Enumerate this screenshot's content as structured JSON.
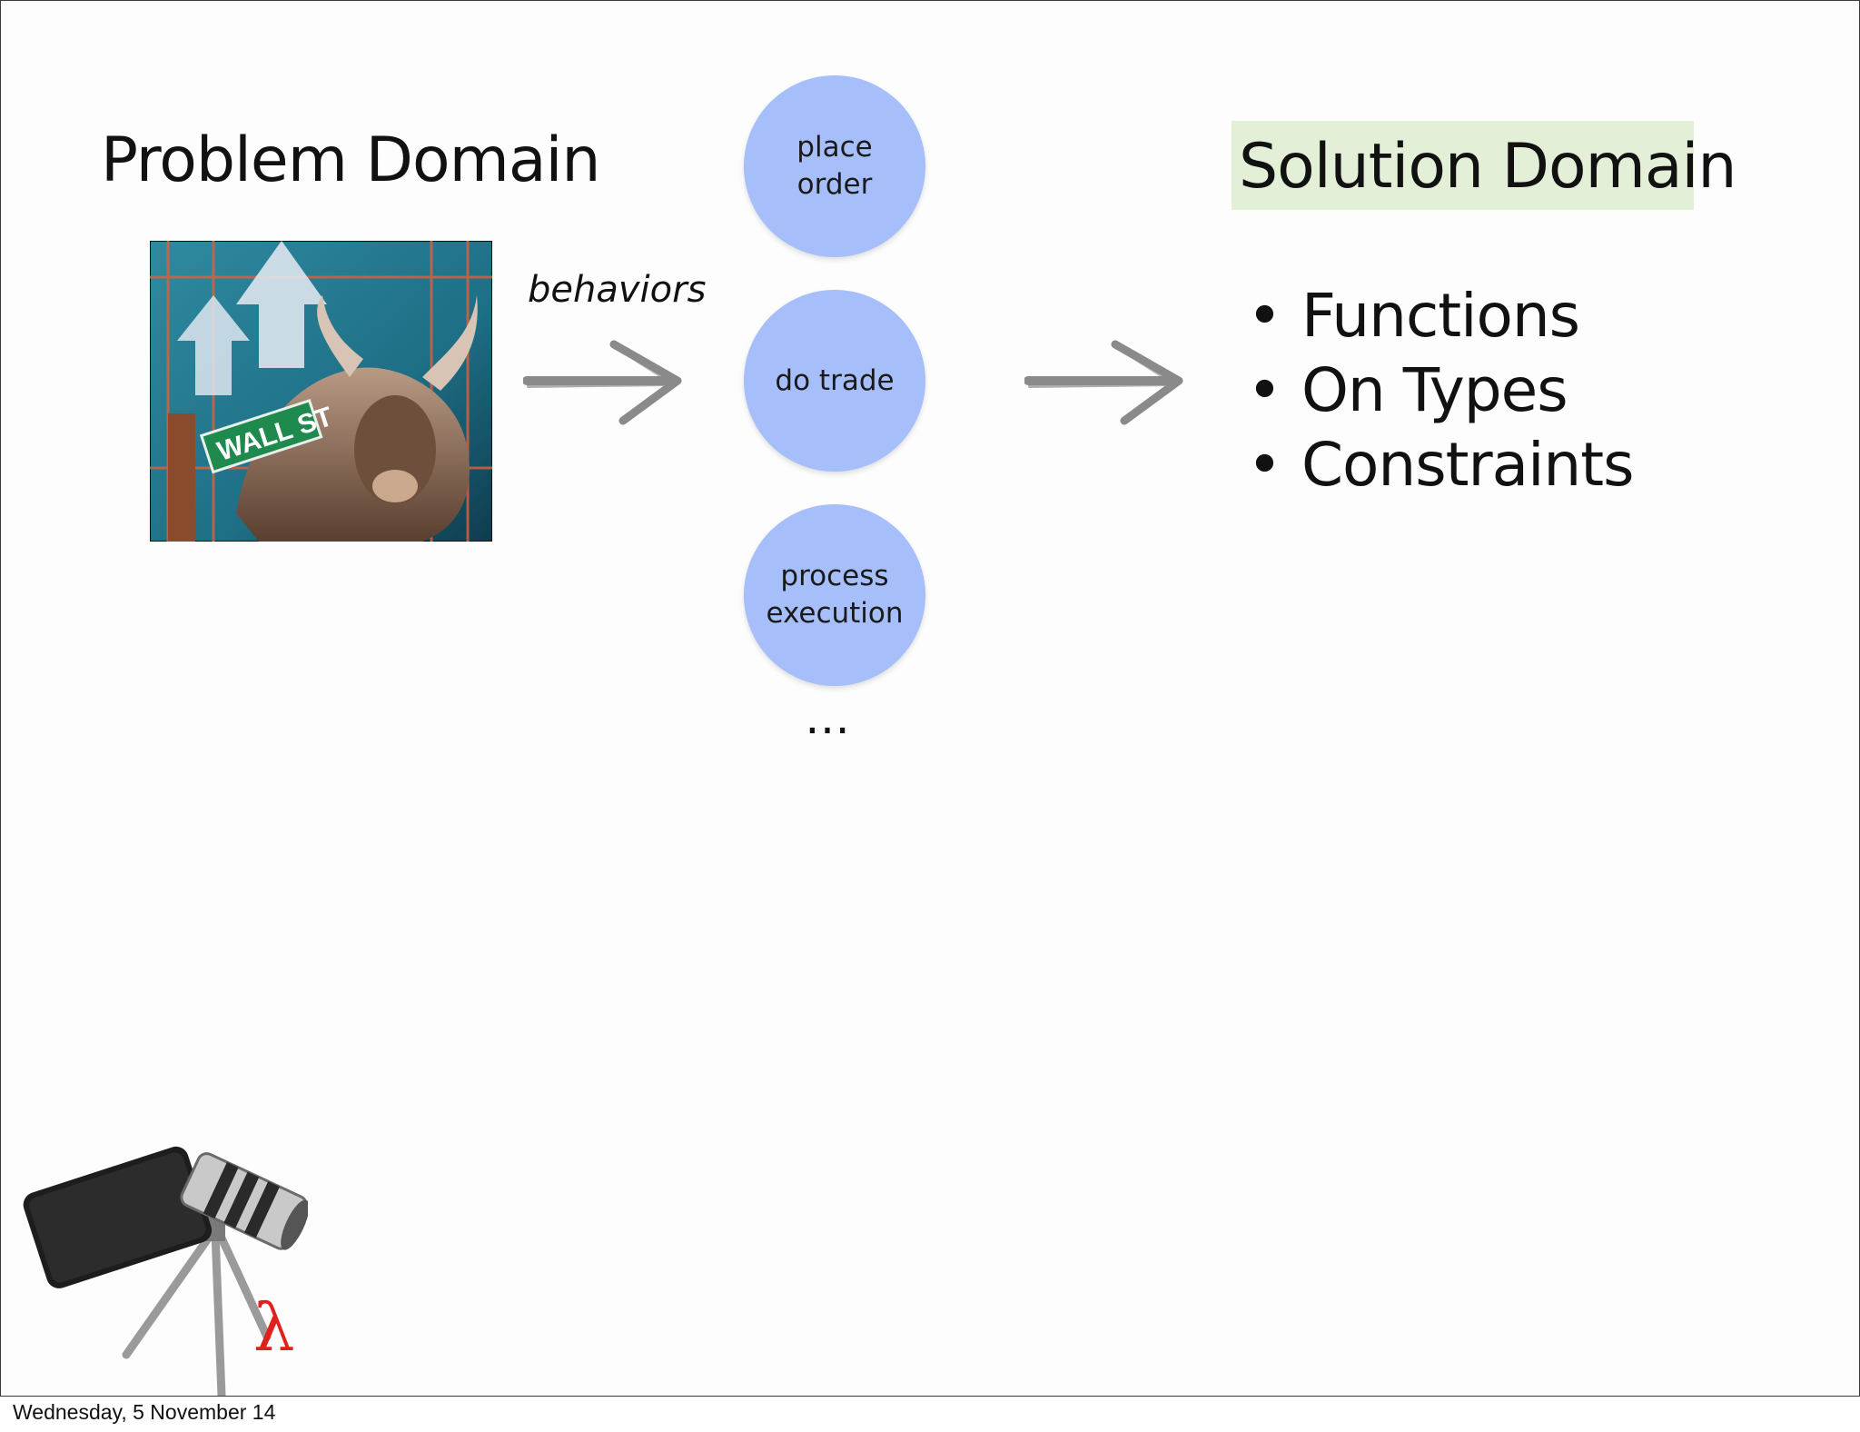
{
  "slide": {
    "problem_title": "Problem Domain",
    "solution_title": "Solution Domain",
    "arrow_label": "behaviors",
    "behaviors": [
      "place\norder",
      "do trade",
      "process\nexecution"
    ],
    "more": "…",
    "solution_items": [
      "Functions",
      "On Types",
      "Constraints"
    ],
    "sign_text": "WALL ST",
    "logo_symbol": "λ"
  },
  "footer": {
    "date": "Wednesday, 5 November 14"
  },
  "colors": {
    "circle_fill": "#a6befa",
    "solution_highlight": "#e3efd6",
    "arrow": "#8a8a8a",
    "lambda": "#e0211b"
  },
  "icons": {
    "arrow": "sketch-arrow-icon",
    "image": "wall-street-bull-image",
    "logo": "telephoto-phone-lambda-logo"
  }
}
